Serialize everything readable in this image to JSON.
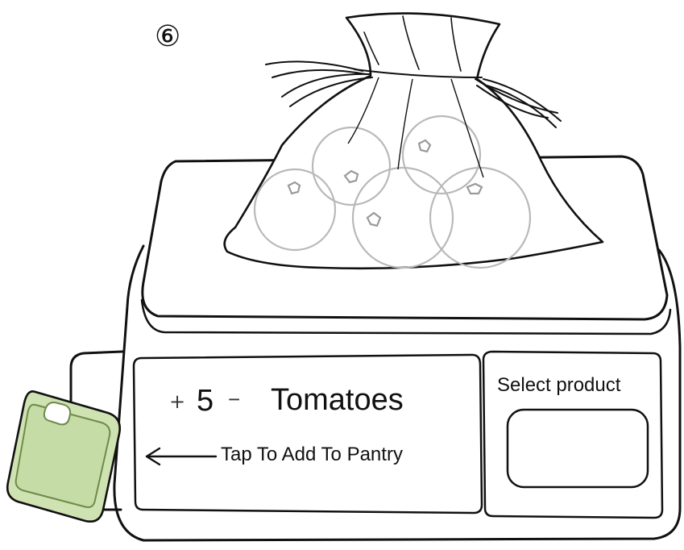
{
  "step": {
    "marker": "⑥"
  },
  "display": {
    "plus_label": "+",
    "quantity": "5",
    "minus_label": "−",
    "product": "Tomatoes",
    "tap_hint": "Tap To Add To Pantry"
  },
  "side_panel": {
    "select_label": "Select product"
  },
  "colors": {
    "outline": "#111111",
    "tomato_stroke": "#b9b9b9",
    "tag_fill": "#cfe2b2",
    "tag_inner": "#c5dca6",
    "tag_outline": "#6f8a4a"
  },
  "icons": {
    "bag": "mesh-produce-bag-icon",
    "tag": "pantry-tag-icon",
    "arrow": "left-arrow-icon"
  }
}
